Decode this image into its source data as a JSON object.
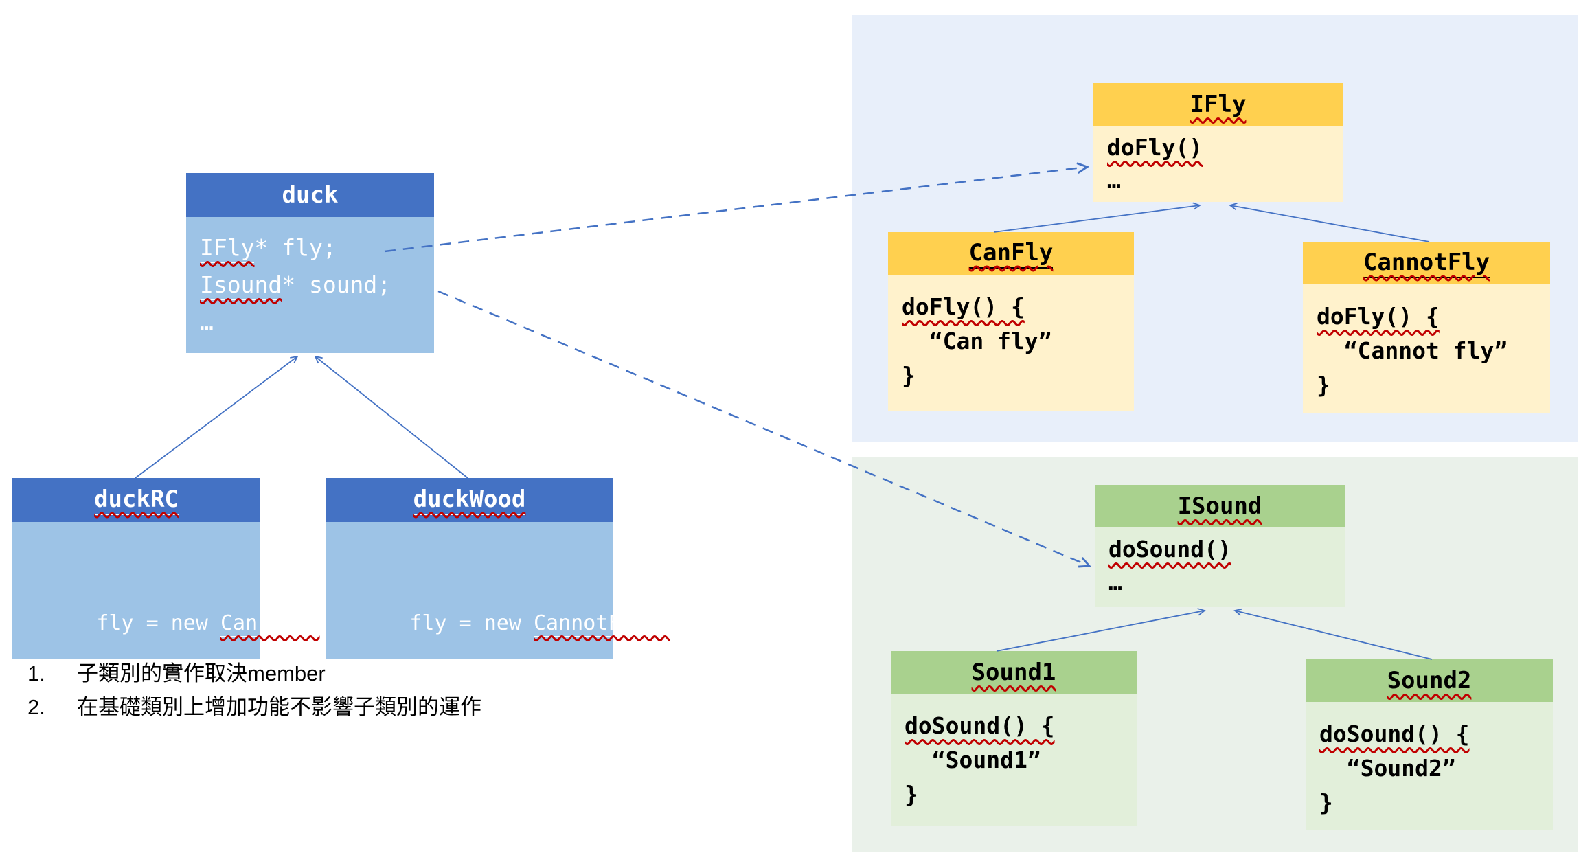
{
  "colors": {
    "accent_blue": "#4472C4",
    "duck_body_blue": "#9DC3E6",
    "fly_header_yellow": "#FFD04F",
    "fly_body_yellow": "#FFF2CC",
    "sound_header_green": "#A9D18E",
    "sound_body_green": "#E2EFDA",
    "panel_fly": "#E8EFFA",
    "panel_sound": "#EAF1EA",
    "connector": "#4472C4",
    "spellcheck_red": "#C00000"
  },
  "duck": {
    "title": "duck",
    "l1_ident": "IFly",
    "l1_rest": "* fly;",
    "l2_ident": "Isound",
    "l2_rest": "* sound;",
    "l3": "…"
  },
  "duckRC": {
    "title": "duckRC",
    "code_pre": "fly = new ",
    "code_ident": "CanFly()"
  },
  "duckWood": {
    "title": "duckWood",
    "code_pre": "fly = new ",
    "code_ident": "CannotFly()"
  },
  "ifly": {
    "title": "IFly",
    "l1": "doFly()",
    "l2": "…"
  },
  "canfly": {
    "title": "CanFly",
    "l1": "doFly() {",
    "l2": "“Can fly”",
    "l3": "}"
  },
  "cannotfly": {
    "title": "CannotFly",
    "l1": "doFly() {",
    "l2": "“Cannot fly”",
    "l3": "}"
  },
  "isound": {
    "title": "ISound",
    "l1": "doSound()",
    "l2": "…"
  },
  "sound1": {
    "title": "Sound1",
    "l1": "doSound() {",
    "l2": "“Sound1”",
    "l3": "}"
  },
  "sound2": {
    "title": "Sound2",
    "l1": "doSound() {",
    "l2": "“Sound2”",
    "l3": "}"
  },
  "notes": [
    {
      "num": "1.",
      "text": "子類別的實作取決member"
    },
    {
      "num": "2.",
      "text": "在基礎類別上增加功能不影響子類別的運作"
    }
  ]
}
